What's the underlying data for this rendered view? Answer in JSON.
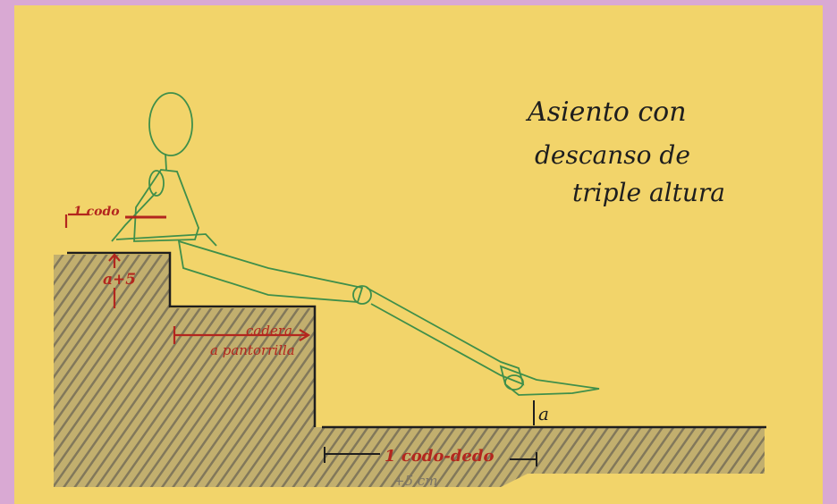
{
  "title": {
    "line1": "Asiento con",
    "line2": "descanso de",
    "line3": "triple altura"
  },
  "labels": {
    "elbow": "1 codo",
    "step_height": "a+5",
    "thigh_line1": "cadera",
    "thigh_line2": "a pantorrilla",
    "foot_height": "a",
    "floor_length": "1 codo-dedo",
    "pencil_note": "+5 cm"
  },
  "colors": {
    "background": "#d9a9d3",
    "paper": "#f2d46a",
    "figure": "#3f8f4a",
    "dimension": "#b3261e",
    "ink": "#1e1e1e",
    "hatching": "#6c6a6a"
  }
}
